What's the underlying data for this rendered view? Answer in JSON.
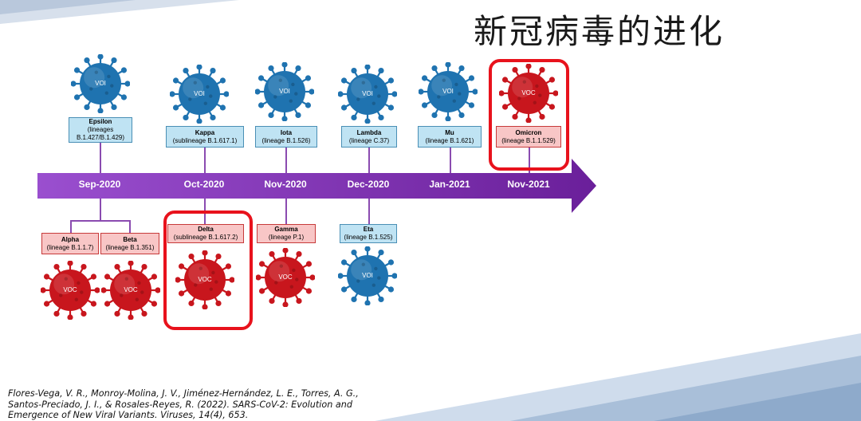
{
  "title": "新冠病毒的进化",
  "colors": {
    "voi_fill": "#1f73b0",
    "voc_fill": "#c8161d",
    "timeline": "#7a35ad",
    "highlight": "#e8121c"
  },
  "timeline": {
    "months": [
      "Sep-2020",
      "Oct-2020",
      "Nov-2020",
      "Dec-2020",
      "Jan-2021",
      "Nov-2021"
    ]
  },
  "voi_label": "VOI",
  "voc_label": "VOC",
  "top_variants": [
    {
      "name": "Epsilon",
      "lineage": "(lineages B.1.427/B.1.429)",
      "class": "VOI"
    },
    {
      "name": "Kappa",
      "lineage": "(sublineage B.1.617.1)",
      "class": "VOI"
    },
    {
      "name": "Iota",
      "lineage": "(lineage B.1.526)",
      "class": "VOI"
    },
    {
      "name": "Lambda",
      "lineage": "(lineage C.37)",
      "class": "VOI"
    },
    {
      "name": "Mu",
      "lineage": "(lineage B.1.621)",
      "class": "VOI"
    },
    {
      "name": "Omicron",
      "lineage": "(lineage B.1.1.529)",
      "class": "VOC"
    }
  ],
  "bottom_variants": [
    {
      "name": "Alpha",
      "lineage": "(lineage B.1.1.7)",
      "class": "VOC"
    },
    {
      "name": "Beta",
      "lineage": "(lineage B.1.351)",
      "class": "VOC"
    },
    {
      "name": "Delta",
      "lineage": "(sublineage B.1.617.2)",
      "class": "VOC"
    },
    {
      "name": "Gamma",
      "lineage": "(lineage P.1)",
      "class": "VOC"
    },
    {
      "name": "Eta",
      "lineage": "(lineage B.1.525)",
      "class": "VOI"
    }
  ],
  "citation": [
    "Flores-Vega, V. R., Monroy-Molina, J. V., Jiménez-Hernández, L. E., Torres, A. G.,",
    "Santos-Preciado, J. I., & Rosales-Reyes, R. (2022). SARS-CoV-2: Evolution and",
    "Emergence of New Viral Variants. Viruses, 14(4), 653."
  ]
}
